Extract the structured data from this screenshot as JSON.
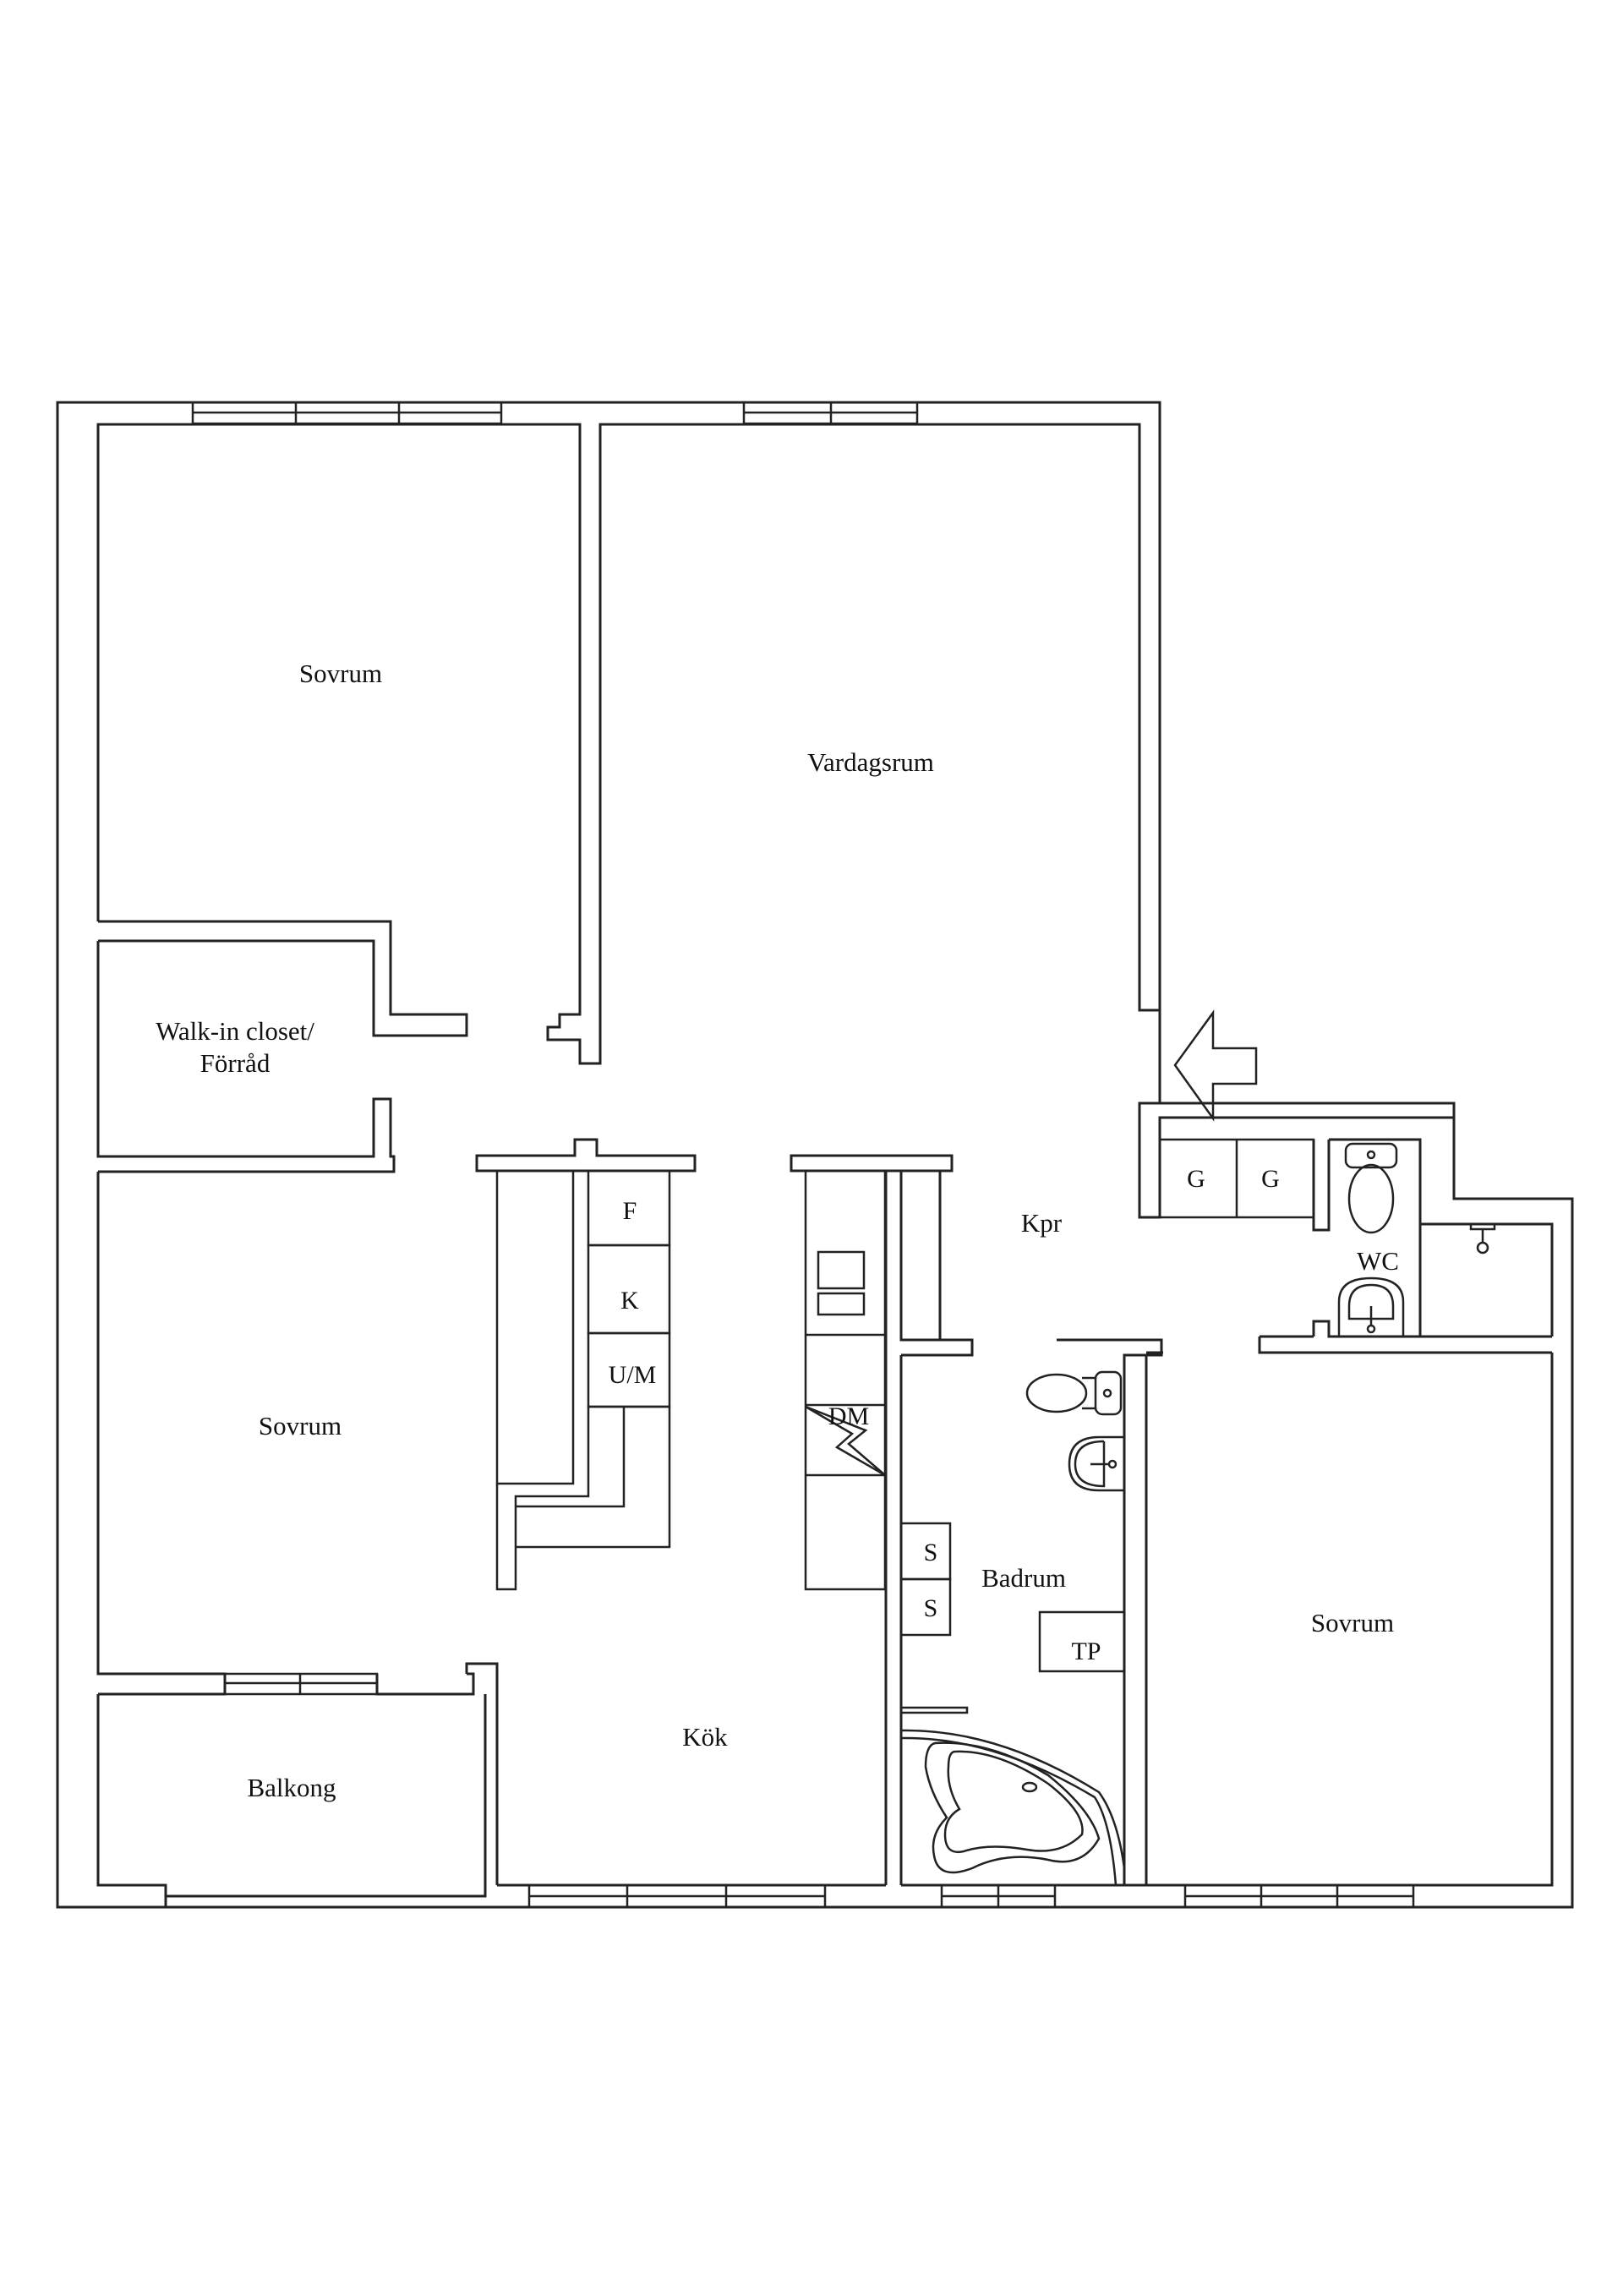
{
  "floorplan": {
    "rooms": [
      {
        "id": "sovrum-1",
        "label": "Sovrum"
      },
      {
        "id": "vardagsrum",
        "label": "Vardagsrum"
      },
      {
        "id": "walk-in",
        "label_line1": "Walk-in closet/",
        "label_line2": "Förråd"
      },
      {
        "id": "sovrum-2",
        "label": "Sovrum"
      },
      {
        "id": "kok",
        "label": "Kök"
      },
      {
        "id": "balkong",
        "label": "Balkong"
      },
      {
        "id": "kpr",
        "label": "Kpr"
      },
      {
        "id": "badrum",
        "label": "Badrum"
      },
      {
        "id": "wc",
        "label": "WC"
      },
      {
        "id": "sovrum-3",
        "label": "Sovrum"
      }
    ],
    "fixtures": {
      "fridge": "F",
      "freezer": "K",
      "oven_microwave": "U/M",
      "dishwasher": "DM",
      "wardrobe_1": "G",
      "wardrobe_2": "G",
      "bath_storage_1": "S",
      "bath_storage_2": "S",
      "washer_dryer": "TP"
    },
    "entrance_arrow": "entrance-arrow",
    "colors": {
      "line": "#222222",
      "background": "#ffffff"
    }
  }
}
